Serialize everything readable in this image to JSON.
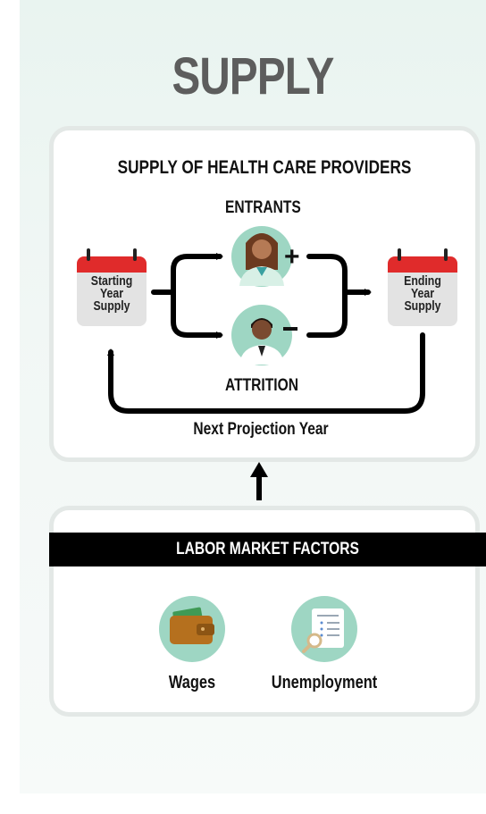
{
  "title": "SUPPLY",
  "supply_box": {
    "heading": "SUPPLY OF HEALTH CARE PROVIDERS",
    "entrants": "ENTRANTS",
    "attrition": "ATTRITION",
    "start": [
      "Starting",
      "Year",
      "Supply"
    ],
    "end": [
      "Ending",
      "Year",
      "Supply"
    ],
    "loop_label": "Next Projection Year"
  },
  "labor_box": {
    "heading": "LABOR MARKET FACTORS",
    "factors": [
      {
        "label": "Wages",
        "icon": "wallet-icon"
      },
      {
        "label": "Unemployment",
        "icon": "document-magnifier-icon"
      }
    ]
  },
  "colors": {
    "background": "#eef6f3",
    "accent_teal": "#9ed6c3",
    "calendar_red": "#e02b2b",
    "title_gray": "#5d5d5d"
  }
}
